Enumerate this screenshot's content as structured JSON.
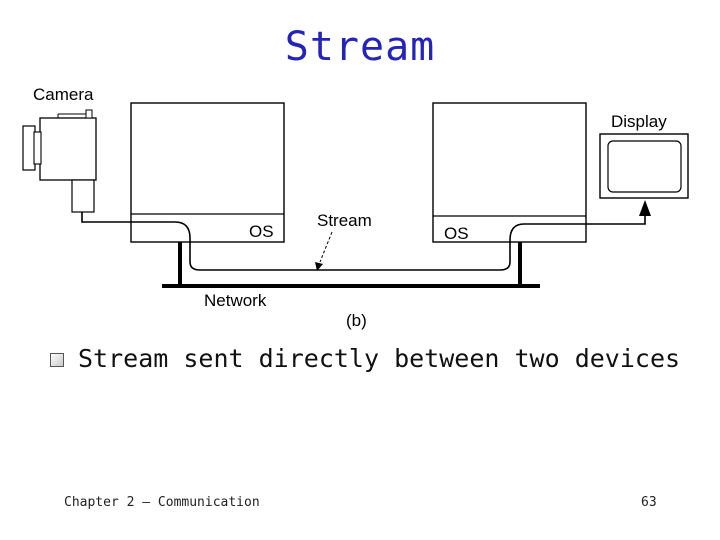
{
  "slide": {
    "title": "Stream",
    "bullet": "Stream sent directly between two devices",
    "footer_left": "Chapter 2 — Communication",
    "page_number": "63"
  },
  "figure": {
    "camera_label": "Camera",
    "display_label": "Display",
    "os_left_label": "OS",
    "os_right_label": "OS",
    "stream_label": "Stream",
    "network_label": "Network",
    "caption": "(b)"
  },
  "colors": {
    "title": "#2424b8",
    "line": "#000000"
  }
}
